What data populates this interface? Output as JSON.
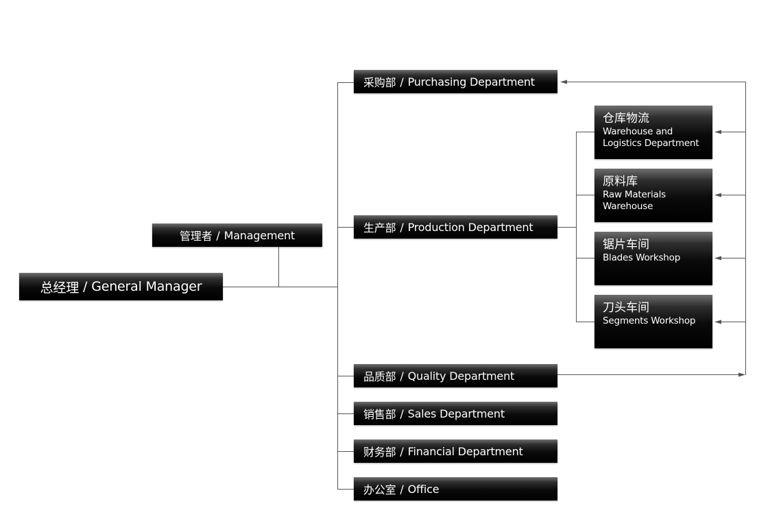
{
  "diagram": {
    "general_manager": {
      "zh": "总经理",
      "sep": "/",
      "en": "General Manager"
    },
    "management": {
      "zh": "管理者",
      "sep": "/",
      "en": "Management"
    },
    "departments": {
      "purchasing": {
        "zh": "采购部",
        "sep": "/",
        "en": "Purchasing Department"
      },
      "production": {
        "zh": "生产部",
        "sep": "/",
        "en": "Production Department"
      },
      "quality": {
        "zh": "品质部",
        "sep": "/",
        "en": "Quality Department"
      },
      "sales": {
        "zh": "销售部",
        "sep": "/",
        "en": "Sales Department"
      },
      "financial": {
        "zh": "财务部",
        "sep": "/",
        "en": "Financial Department"
      },
      "office": {
        "zh": "办公室",
        "sep": "/",
        "en": "Office"
      }
    },
    "production_units": {
      "warehouse_logistics": {
        "zh": "仓库物流",
        "en_line1": "Warehouse and",
        "en_line2": "Logistics Department"
      },
      "raw_materials": {
        "zh": "原料库",
        "en_line1": "Raw Materials",
        "en_line2": "Warehouse"
      },
      "blades": {
        "zh": "锯片车间",
        "en_line1": "Blades Workshop"
      },
      "segments": {
        "zh": "刀头车间",
        "en_line1": "Segments Workshop"
      }
    }
  }
}
